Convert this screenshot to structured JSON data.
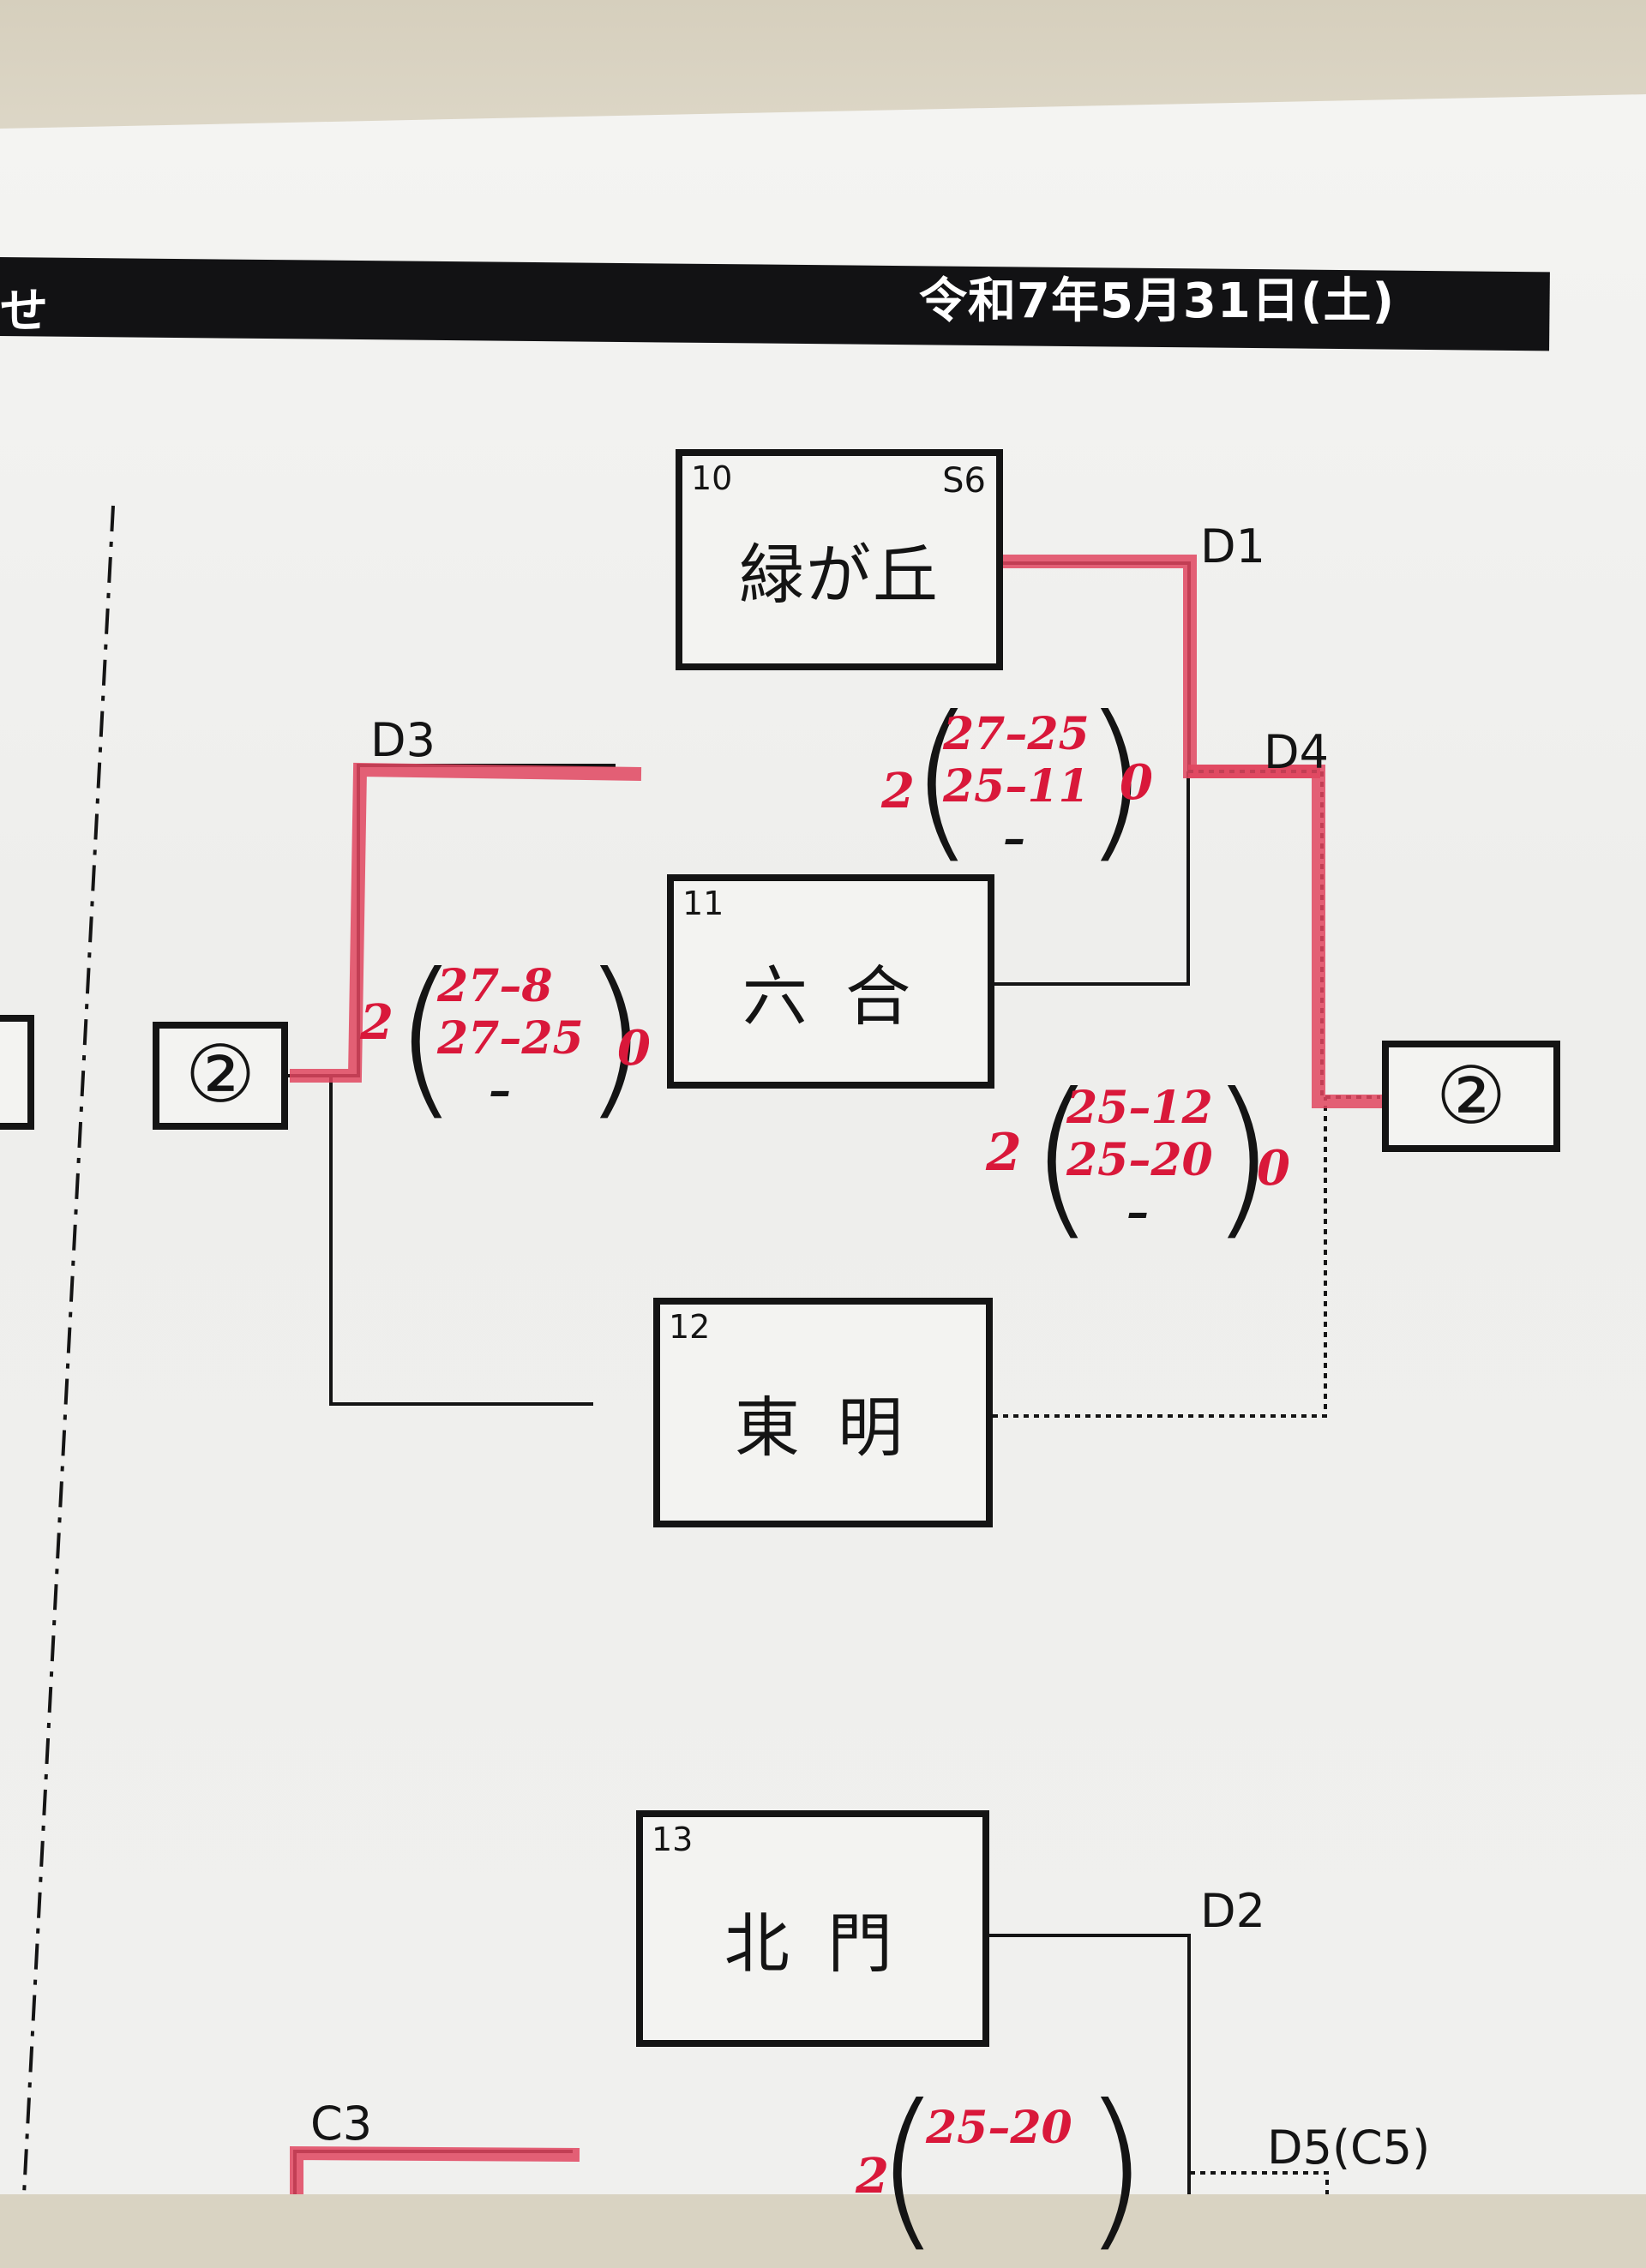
{
  "header": {
    "left_text": "せ",
    "date": "令和7年5月31日(土)"
  },
  "teams": [
    {
      "number": "10",
      "code": "S6",
      "name": "緑が丘"
    },
    {
      "number": "11",
      "code": "",
      "name": "六 合"
    },
    {
      "number": "12",
      "code": "",
      "name": "東 明"
    },
    {
      "number": "13",
      "code": "",
      "name": "北 門"
    }
  ],
  "match_labels": {
    "d1": "D1",
    "d2": "D2",
    "d3": "D3",
    "d4": "D4",
    "d5": "D5(C5)",
    "c3": "C3"
  },
  "seeds": {
    "left": "②",
    "right": "②"
  },
  "scores": {
    "d1": {
      "sets_won": "2",
      "sets_lost": "0",
      "set1": "27–25",
      "set2": "25–11",
      "set3": "–"
    },
    "d3": {
      "sets_won": "2",
      "sets_lost": "0",
      "set1": "27–8",
      "set2": "27–25",
      "set3": "–"
    },
    "d4": {
      "sets_won": "2",
      "sets_lost": "0",
      "set1": "25–12",
      "set2": "25–20",
      "set3": "–"
    },
    "d5": {
      "sets_won": "2",
      "set1": "25–20"
    }
  },
  "colors": {
    "ink": "#141414",
    "marker_red": "#d9183a",
    "header_bar": "#121214"
  }
}
